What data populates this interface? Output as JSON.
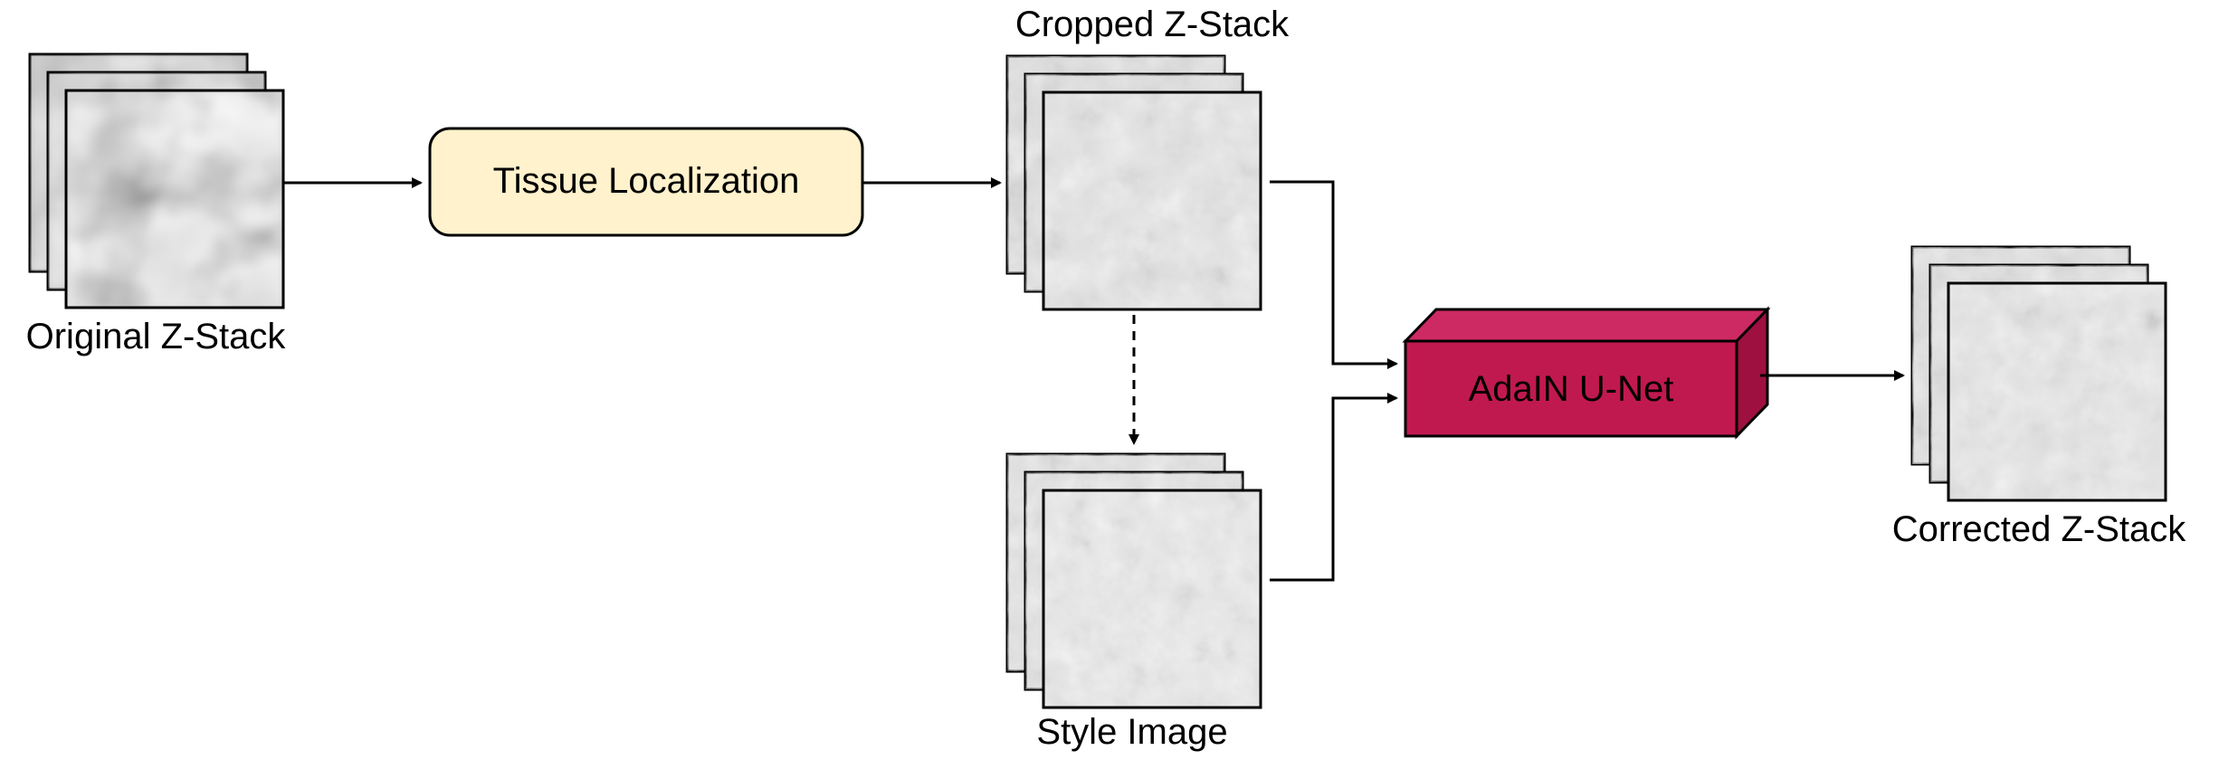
{
  "diagram": {
    "labels": {
      "original": "Original Z-Stack",
      "cropped": "Cropped Z-Stack",
      "style": "Style Image",
      "corrected": "Corrected Z-Stack"
    },
    "boxes": {
      "tissue_localization": "Tissue Localization",
      "adain_unet": "AdaIN U-Net"
    },
    "colors": {
      "tissue_box_fill": "#FFF2CC",
      "adain_front": "#C0194F",
      "adain_top": "#CD2A63",
      "adain_side": "#9E1040",
      "stroke": "#000000"
    }
  }
}
